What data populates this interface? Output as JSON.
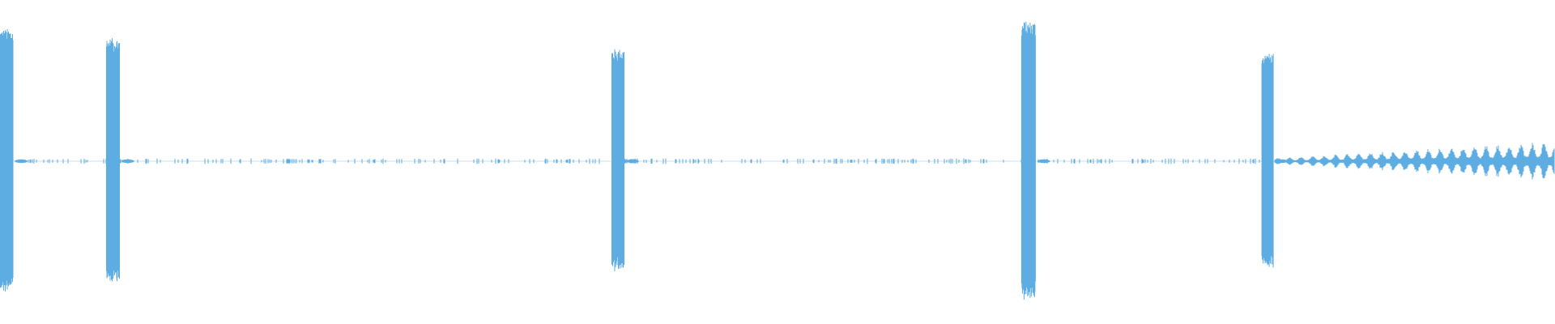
{
  "waveform": {
    "color": "#5dade2",
    "background": "#ffffff",
    "amplitude_range": [
      -1,
      1
    ],
    "bursts": [
      {
        "start": 0.0,
        "end": 0.0084,
        "peak": 0.86
      },
      {
        "start": 0.0685,
        "end": 0.077,
        "peak": 0.8
      },
      {
        "start": 0.3935,
        "end": 0.4015,
        "peak": 0.73
      },
      {
        "start": 0.657,
        "end": 0.666,
        "peak": 0.91
      },
      {
        "start": 0.8115,
        "end": 0.819,
        "peak": 0.7
      }
    ],
    "tail": {
      "start": 0.82,
      "end": 1.0,
      "peak_start": 0.02,
      "peak_end": 0.13
    }
  }
}
